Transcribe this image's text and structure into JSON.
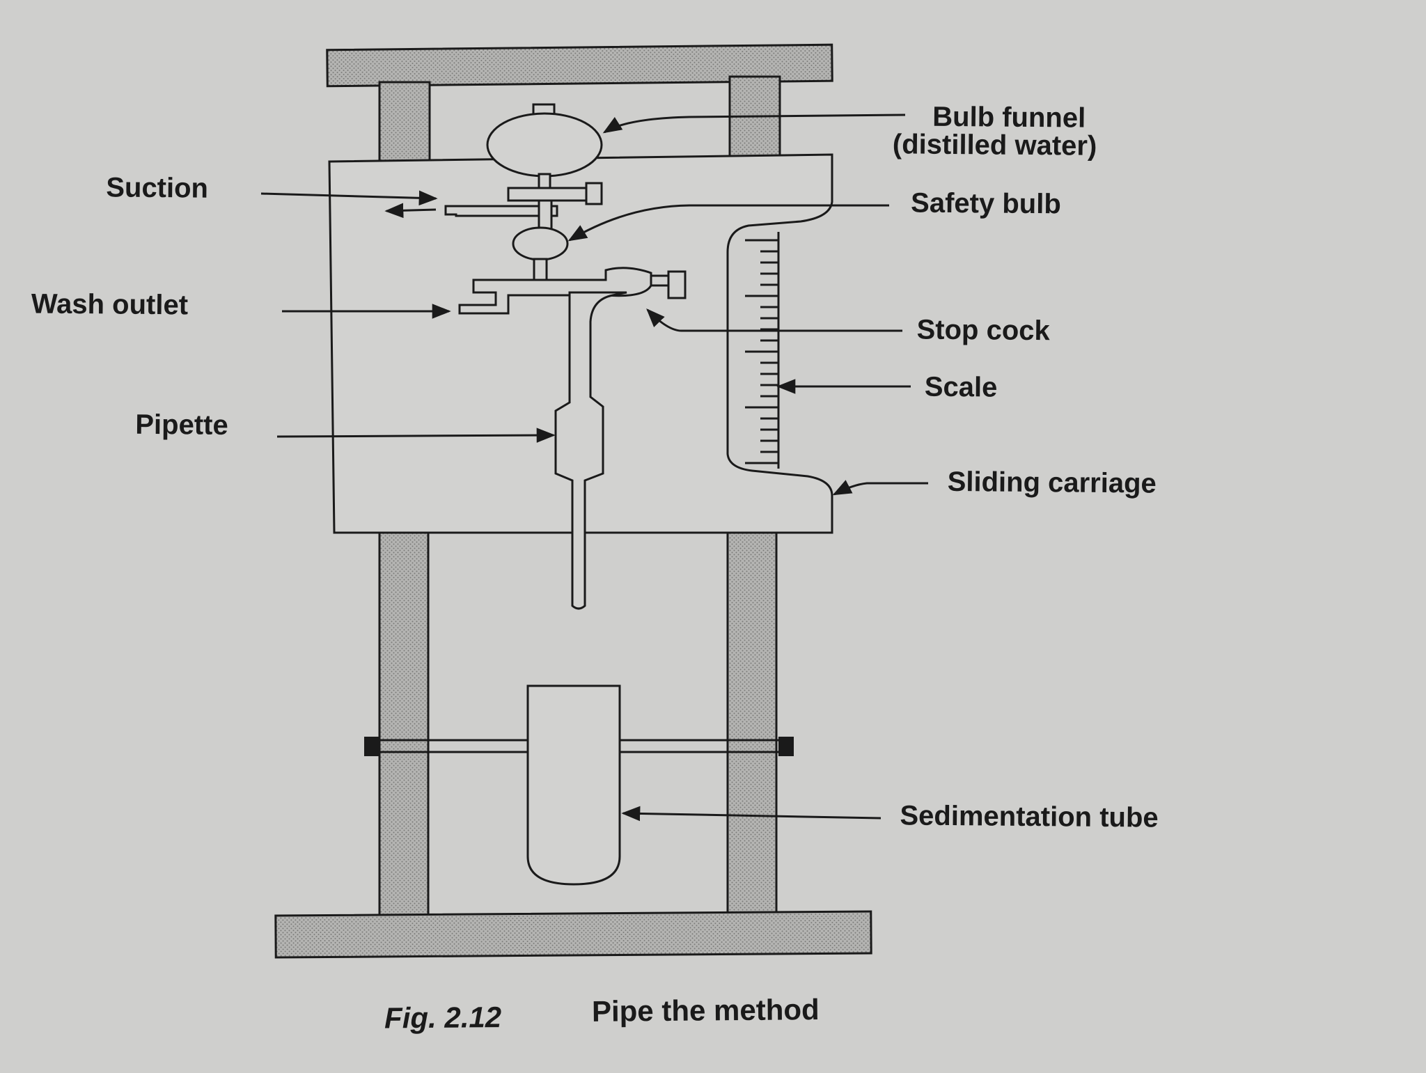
{
  "labels": {
    "bulb_funnel_line1": "Bulb funnel",
    "bulb_funnel_line2": "(distilled water)",
    "suction": "Suction",
    "safety_bulb": "Safety bulb",
    "wash_outlet": "Wash outlet",
    "stop_cock": "Stop cock",
    "scale": "Scale",
    "pipette": "Pipette",
    "sliding_carriage": "Sliding carriage",
    "sedimentation_tube": "Sedimentation tube"
  },
  "caption": {
    "number": "Fig. 2.12",
    "text": "Pipe the method"
  },
  "colors": {
    "paper": "#cfcfcd",
    "ink": "#1a1a1a"
  }
}
